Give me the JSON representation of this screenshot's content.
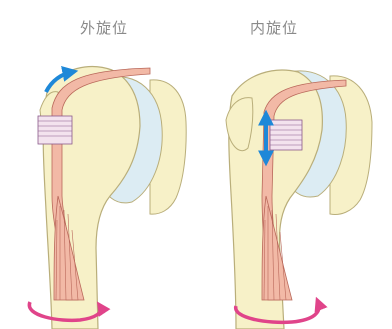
{
  "labels": {
    "left": "外旋位",
    "right": "内旋位"
  },
  "colors": {
    "bone_fill": "#f7f1c8",
    "bone_outline": "#b9ae7a",
    "glenoid_fill": "#dcecf3",
    "tendon_fill": "#f2b9a6",
    "tendon_outline": "#b9685a",
    "ligament_fill": "#f3e3ee",
    "arrow": "#1e88d8",
    "rotation_arrow": "#e0448a"
  },
  "icons": {
    "rotation_arrow": "curved-arrow",
    "tendon_motion_arrow": "arrow"
  }
}
